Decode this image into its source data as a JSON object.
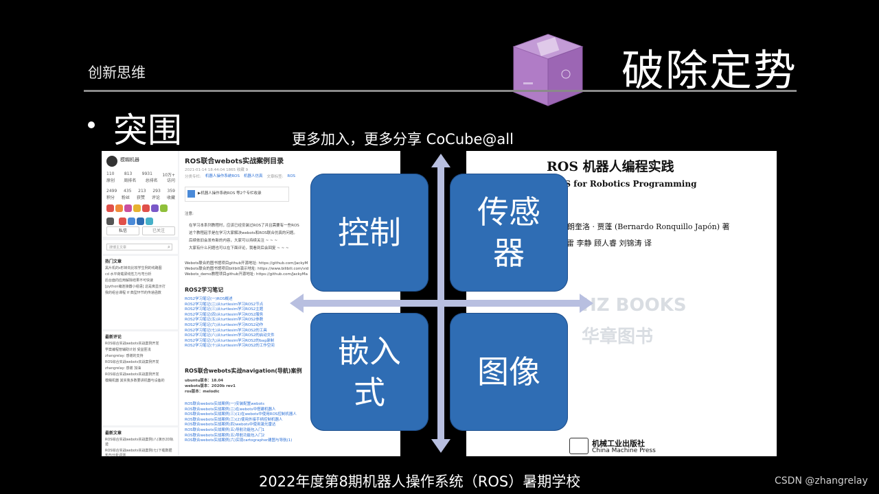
{
  "slide": {
    "subtitle": "创新思维",
    "title": "破除定势",
    "bullet": "突围",
    "tagline": "更多加入，更多分享 CoCube@all",
    "footer": "2022年度第8期机器人操作系统（ROS）暑期学校",
    "watermark": "CSDN @zhangrelay"
  },
  "quadrants": [
    {
      "lines": [
        "控制"
      ]
    },
    {
      "lines": [
        "传感",
        "器"
      ]
    },
    {
      "lines": [
        "嵌入",
        "式"
      ]
    },
    {
      "lines": [
        "图像"
      ]
    }
  ],
  "blog": {
    "profile": {
      "name": "模糊机器",
      "stats_top": [
        "110",
        "813",
        "9931",
        "10万+"
      ],
      "stats_top_labels": [
        "原创",
        "周排名",
        "总排名",
        "访问"
      ],
      "stats_bottom": [
        "2499",
        "435",
        "213",
        "293",
        "359"
      ],
      "stats_bottom_labels": [
        "积分",
        "粉丝",
        "获赞",
        "评论",
        "收藏"
      ],
      "follow_btn": "私信",
      "followed_btn": "已关注"
    },
    "search_placeholder": "搜博主文章",
    "hot_title": "热门文章",
    "hot_items": [
      "黑片机的s形转向比较学生例的线路图",
      "cd 水平荷载梁线性力与弯分析",
      "后台面向应用解除结果不可快速",
      "[python编连接器小组语] 这是离显示打",
      "我的组合课程 tf 典型环节的传递函数"
    ],
    "comment_title": "最新评论",
    "comment_items": [
      "ROS综合实战webots实战案例开发",
      "学案编程管辅助计划 受益匪浅",
      "zhangrelay: 感谢的支持",
      "ROS综合实战webots实战案例开发",
      "zhangrelay: 感谢 加油",
      "ROS综合实战webots实战案例开发",
      "模糊机器 其实我多数要讲机器与设备的"
    ],
    "new_title": "最新文章",
    "new_items": [
      "ROS综合实战webots实战案例(八)演示2D轨迹",
      "ROS综合实战webots实战案例(七)下载数据包与分析评测"
    ],
    "article_title": "ROS联合webots实战案例目录",
    "meta": "2021-01-14 18:44:04  1865  收藏 9",
    "tags": [
      "分类专栏:",
      "机器人操作系统ROS",
      "机器人仿真",
      "文章标签:",
      "ROS"
    ],
    "column_ref": "▶机器人操作系统ROS  等2个专栏收录",
    "note": "注意:",
    "bullets": [
      "在学习本系列教程时，应该已经安装过ROS了并且需要有一些ROS",
      "这个教程起手是在学习大家解决webots和ROS联合仿真的问题。",
      "后续依旧会发布新的内容，大家可以持续关注 ~ ~ ~",
      "大家有什么问题也可以在下面评论，我看到后会回复 ~ ~ ~"
    ],
    "repo_lines": [
      "Webots联合的图书馆项目github开源地址: https://github.com/JackyM",
      "Webots联合的图书馆项目bilibili演示地址: https://www.bilibili.com/vid",
      "Webots_demo教程项目github开源地址: https://github.com/JackyMa"
    ],
    "ros2_title": "ROS2学习笔记",
    "ros2_items": [
      "ROS2学习笔记(一)ROS概述",
      "ROS2学习笔记(二)从turtlesim学习ROS2节点",
      "ROS2学习笔记(三)从turtlesim学习ROS2主题",
      "ROS2学习笔记(四)从turtlesim学习ROS2服务",
      "ROS2学习笔记(五)从turtlesim学习ROS2参数",
      "ROS2学习笔记(六)从turtlesim学习ROS2动作",
      "ROS2学习笔记(七)从turtlesim学习ROS2的工具",
      "ROS2学习笔记(八)从turtlesim学习ROS2的启动文件",
      "ROS2学习笔记(九)从turtlesim学习ROS2的bag录制",
      "ROS2学习笔记(十)从turtlesim学习ROS2的工作空间"
    ],
    "nav_title": "ROS联合webots实战navigation(导航)案例",
    "versions": [
      "ubuntu版本：18.04",
      "webots版本：2020b rev1",
      "ros版本：melodic"
    ],
    "nav_items": [
      "ROS联合webots实战案例(一)安装配置webots",
      "ROS联合webots实战案例(二)在webots中搭建机器人",
      "ROS联合webots实战案例(三)(1)在webots中使用ROS控制机器人",
      "ROS联合webots实战案例(三)(2)使用外接手柄控制机器人",
      "ROS联合webots实战案例(四)webots中使用激光雷达",
      "ROS联合webots实战案例(五)导航功能包入门1",
      "ROS联合webots实战案例(五)导航功能包入门2",
      "ROS联合webots实战案例(六)实现cartographer建图与导航(1)"
    ]
  },
  "book": {
    "title": "ROS 机器人编程实践",
    "subtitle": "n ROS for Robotics Programming",
    "author": "· 朗奎洛 · 贾蓬 (Bernardo Ronquillo Japón)  著",
    "translators": "雷  李静  顾人睿  刘锦涛  译",
    "watermark_en": "HZ BOOKS",
    "watermark_cn": "华章图书",
    "publisher_cn": "机械工业出版社",
    "publisher_en": "China Machine Press"
  },
  "colors": {
    "quad_fill": "#2f6db4",
    "arrow": "#b8bfe0",
    "cube": "#b07cc6"
  }
}
